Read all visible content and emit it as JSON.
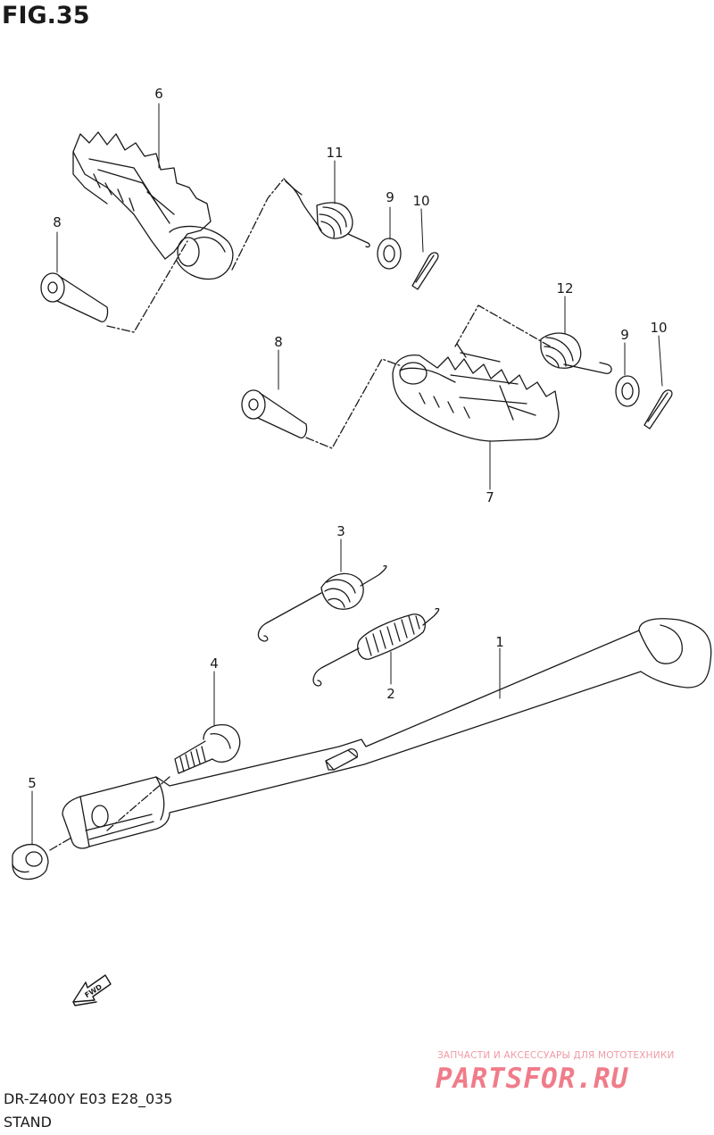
{
  "figure": {
    "title": "FIG.35",
    "model_code": "DR-Z400Y E03 E28_035",
    "section_name": "STAND"
  },
  "callouts": [
    {
      "id": "1",
      "label": "1"
    },
    {
      "id": "2",
      "label": "2"
    },
    {
      "id": "3",
      "label": "3"
    },
    {
      "id": "4",
      "label": "4"
    },
    {
      "id": "5",
      "label": "5"
    },
    {
      "id": "6",
      "label": "6"
    },
    {
      "id": "7",
      "label": "7"
    },
    {
      "id": "8a",
      "label": "8"
    },
    {
      "id": "8b",
      "label": "8"
    },
    {
      "id": "9a",
      "label": "9"
    },
    {
      "id": "9b",
      "label": "9"
    },
    {
      "id": "10a",
      "label": "10"
    },
    {
      "id": "10b",
      "label": "10"
    },
    {
      "id": "11",
      "label": "11"
    },
    {
      "id": "12",
      "label": "12"
    }
  ],
  "fwd_arrow": {
    "label": "FWD"
  },
  "watermark": {
    "tagline": "ЗАПЧАСТИ И АКСЕССУАРЫ ДЛЯ МОТОТЕХНИКИ",
    "logo": "PARTSFOR.RU"
  },
  "colors": {
    "line": "#1a1a1a",
    "watermark": "#f07c8a"
  }
}
